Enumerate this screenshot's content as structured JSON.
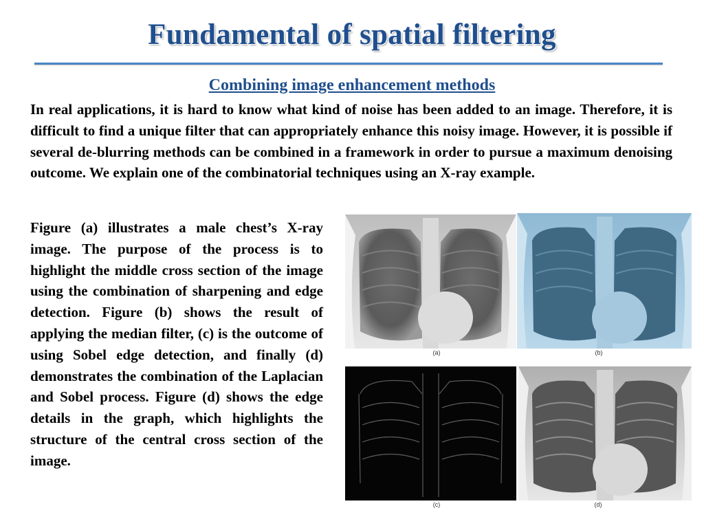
{
  "slide": {
    "title": "Fundamental of spatial filtering",
    "subtitle": "Combining image enhancement methods",
    "intro": "In real applications, it is hard to know what kind of noise has been added to an image. Therefore, it is difficult to find a unique filter that can appropriately enhance this noisy image. However, it is possible if several de-blurring methods can be combined in a framework in order to pursue a maximum denoising outcome. We explain one of the combinatorial techniques using an X-ray example.",
    "description": "Figure (a) illustrates a male chest’s X-ray image. The purpose of the process is to highlight the middle cross section of the image using the combination of sharpening and edge detection. Figure (b) shows the result of applying the median filter, (c) is the outcome of using Sobel edge detection, and finally (d) demonstrates the combination of the Laplacian and Sobel process. Figure (d) shows the edge details in the graph, which highlights the structure of the central cross section of the image."
  },
  "figures": {
    "a": {
      "caption": "(a)",
      "style": "grayscale"
    },
    "b": {
      "caption": "(b)",
      "style": "blue-tint"
    },
    "c": {
      "caption": "(c)",
      "style": "edges-dark"
    },
    "d": {
      "caption": "(d)",
      "style": "enhanced-grayscale"
    }
  },
  "colors": {
    "title": "#1f4f8e",
    "rule": "#4a86c5",
    "subtitle": "#1f4f8e"
  }
}
